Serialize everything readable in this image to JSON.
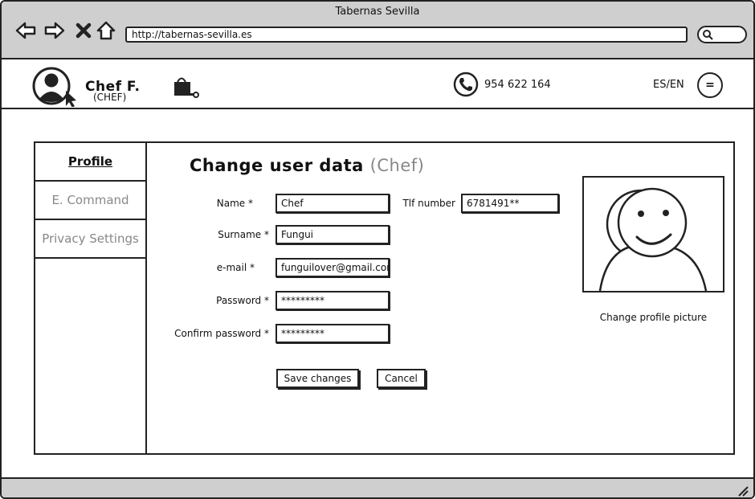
{
  "window": {
    "title": "Tabernas Sevilla"
  },
  "browser": {
    "url": "http://tabernas-sevilla.es",
    "icons": [
      "back-icon",
      "forward-icon",
      "close-icon",
      "home-icon",
      "search-icon"
    ]
  },
  "header": {
    "user_name": "Chef F.",
    "user_role": "(CHEF)",
    "phone": "954 622 164",
    "language": "ES/EN",
    "menu_label": "="
  },
  "sidebar": {
    "items": [
      {
        "label": "Profile",
        "active": true
      },
      {
        "label": "E. Command",
        "active": false
      },
      {
        "label": "Privacy Settings",
        "active": false
      }
    ]
  },
  "form": {
    "title": "Change user data",
    "title_suffix": "(Chef)",
    "fields": {
      "name": {
        "label": "Name *",
        "value": "Chef"
      },
      "phone": {
        "label": "Tlf number",
        "value": "6781491**"
      },
      "surname": {
        "label": "Surname *",
        "value": "Fungui"
      },
      "email": {
        "label": "e-mail *",
        "value": "funguilover@gmail.com"
      },
      "password": {
        "label": "Password *",
        "value": "*********"
      },
      "confirm": {
        "label": "Confirm password *",
        "value": "*********"
      }
    },
    "save_label": "Save changes",
    "cancel_label": "Cancel",
    "photo_link": "Change profile picture"
  }
}
